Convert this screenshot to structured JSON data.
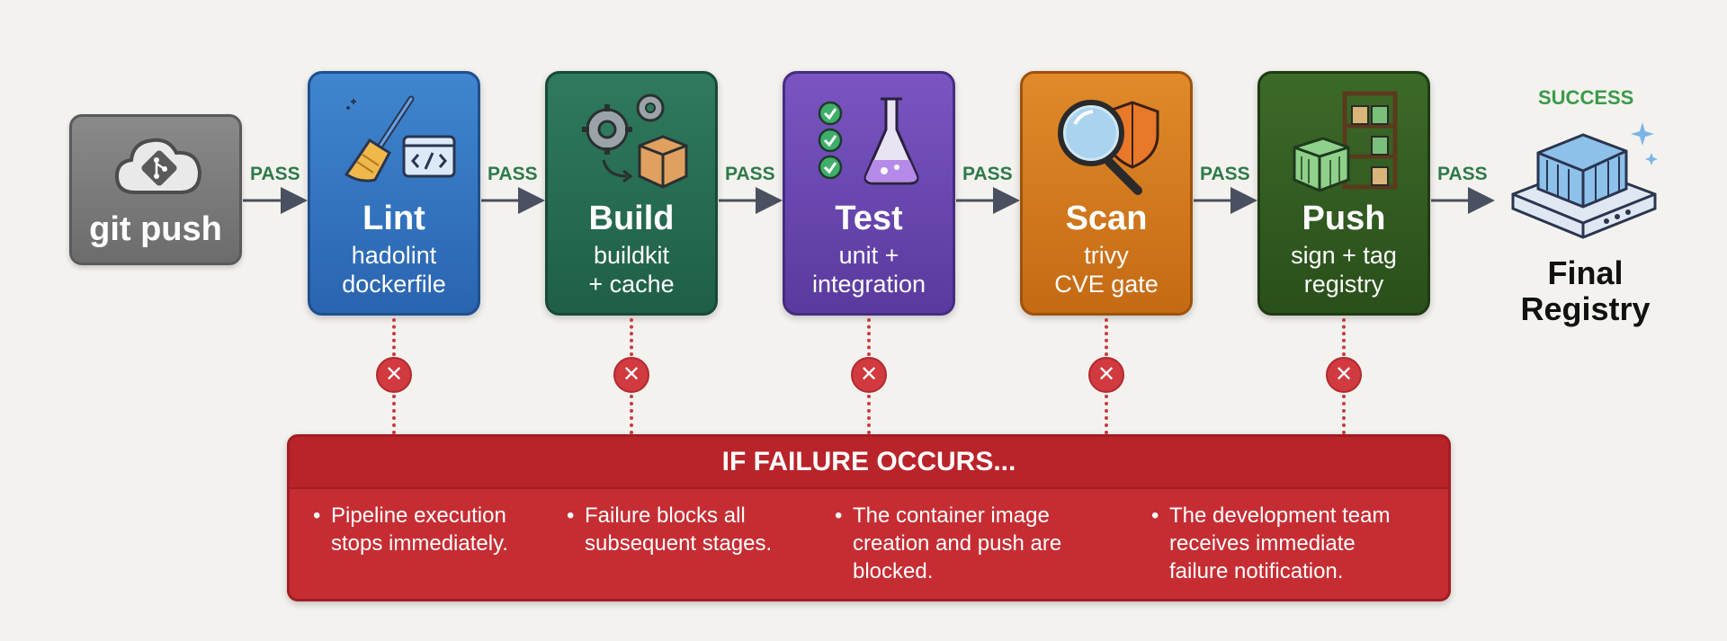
{
  "source": {
    "label": "git push",
    "icon": "git-cloud-icon"
  },
  "stages": [
    {
      "id": "lint",
      "title": "Lint",
      "sub": [
        "hadolint",
        "dockerfile"
      ],
      "icon": "broom-code-icon",
      "color": "#3f86cf"
    },
    {
      "id": "build",
      "title": "Build",
      "sub": [
        "buildkit",
        "+ cache"
      ],
      "icon": "gears-box-icon",
      "color": "#2f7a5e"
    },
    {
      "id": "test",
      "title": "Test",
      "sub": [
        "unit +",
        "integration"
      ],
      "icon": "checklist-flask-icon",
      "color": "#7a55c2"
    },
    {
      "id": "scan",
      "title": "Scan",
      "sub": [
        "trivy",
        "CVE gate"
      ],
      "icon": "magnifier-shield-icon",
      "color": "#e08a2a"
    },
    {
      "id": "push",
      "title": "Push",
      "sub": [
        "sign + tag",
        "registry"
      ],
      "icon": "containers-shelf-icon",
      "color": "#3c6a28"
    }
  ],
  "pass_label": "PASS",
  "success_label": "SUCCESS",
  "final": {
    "line1": "Final",
    "line2": "Registry",
    "icon": "registry-server-icon"
  },
  "failure": {
    "title": "IF FAILURE OCCURS...",
    "bullet": "•",
    "mark": "✕",
    "items": [
      {
        "lines": [
          "Pipeline execution",
          "stops immediately."
        ]
      },
      {
        "lines": [
          "Failure blocks all",
          "subsequent stages."
        ]
      },
      {
        "lines": [
          "The container image",
          "creation and push are",
          "blocked."
        ]
      },
      {
        "lines": [
          "The development team",
          "receives immediate",
          "failure notification."
        ]
      }
    ]
  }
}
